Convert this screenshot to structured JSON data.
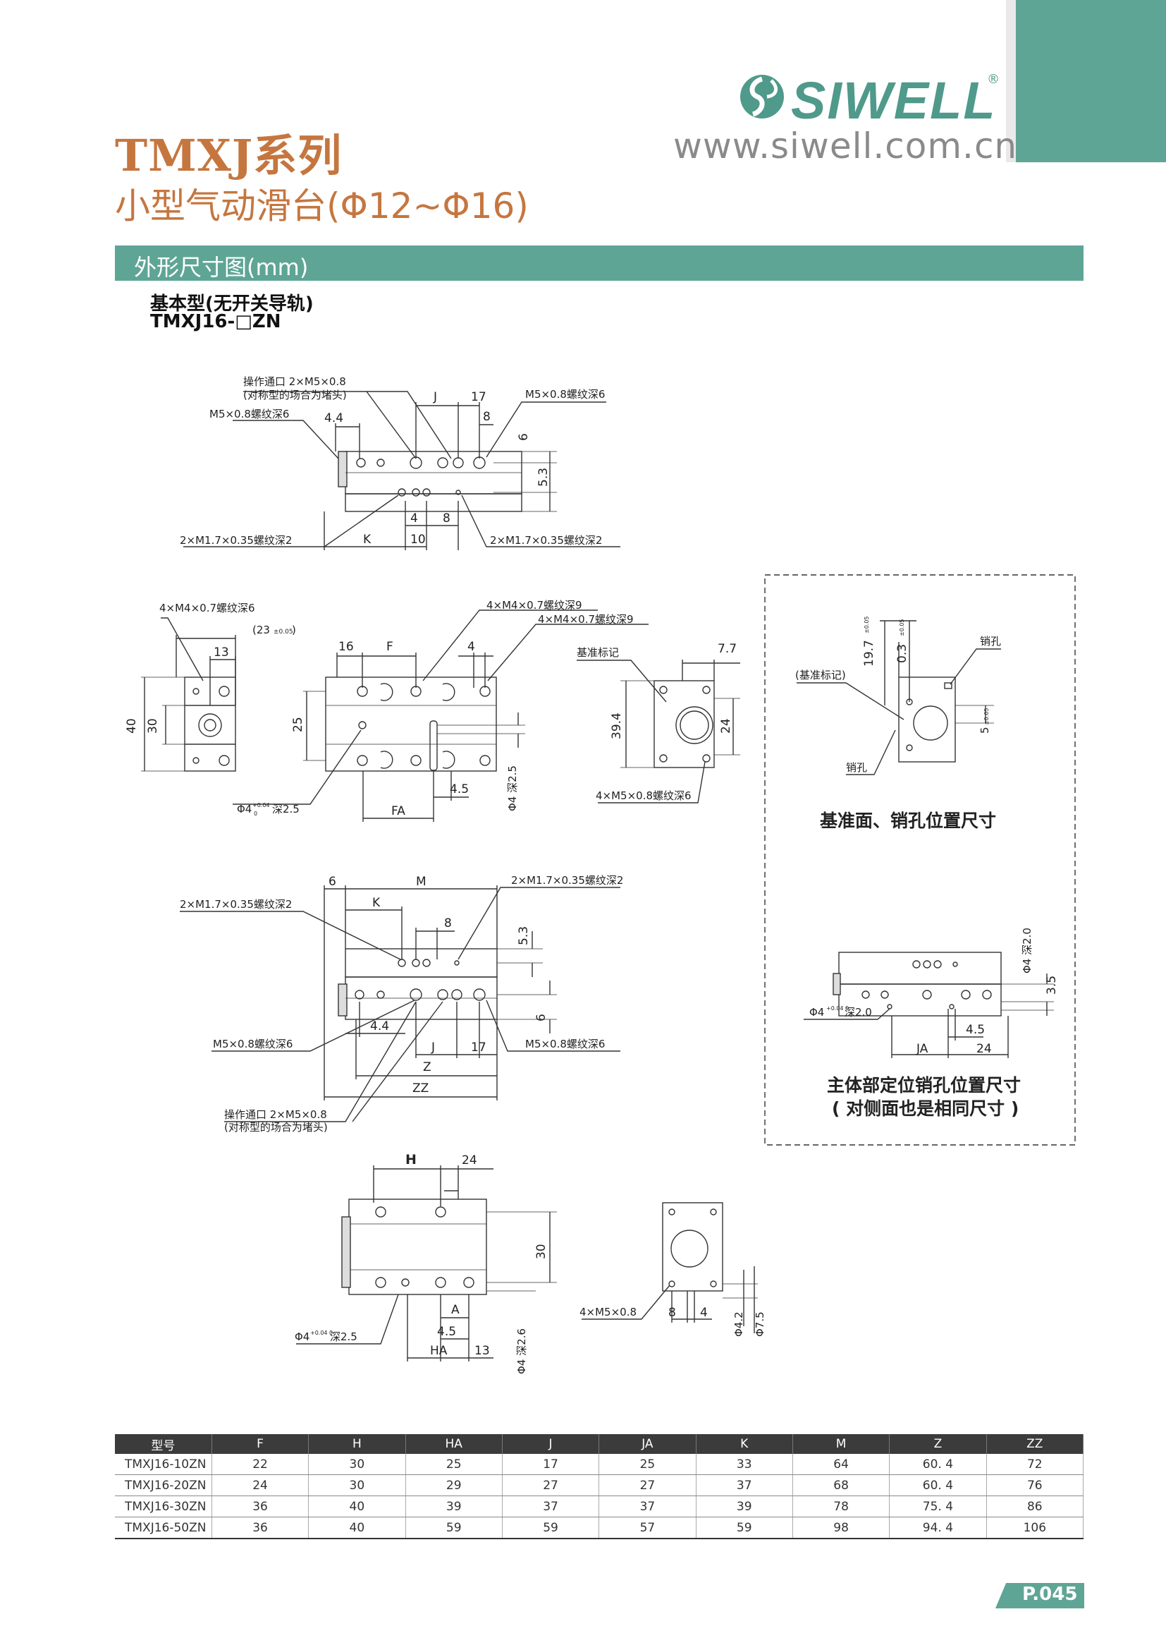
{
  "header": {
    "series": "TMXJ系列",
    "subtitle": "小型气动滑台(Φ12~Φ16)",
    "brand": "SIWELL",
    "registered": "®",
    "website": "www.siwell.com.cn",
    "accent_color": "#5fa596",
    "title_color": "#c5763f"
  },
  "section": {
    "title": "外形尺寸图(mm)",
    "type_label": "基本型(无开关导轨)",
    "model": "TMXJ16-□ZN"
  },
  "drawing": {
    "top_view": {
      "port_note_1": "操作通口 2×M5×0.8",
      "port_note_2": "(对称型的场合为堵头)",
      "m5_left": "M5×0.8螺纹深6",
      "m5_right": "M5×0.8螺纹深6",
      "m17_left": "2×M1.7×0.35螺纹深2",
      "m17_right": "2×M1.7×0.35螺纹深2",
      "d_4_4": "4.4",
      "d_J": "J",
      "d_17": "17",
      "d_8": "8",
      "d_6": "6",
      "d_5_3": "5.3",
      "d_4": "4",
      "d_8b": "8",
      "d_K": "K",
      "d_10": "10"
    },
    "side_left": {
      "m4_note": "4×M4×0.7螺纹深6",
      "tol": "(23",
      "tol_sub": "±0.05",
      "tol_close": ")",
      "d_13": "13",
      "d_40": "40",
      "d_30": "30"
    },
    "plan_view": {
      "m4_note_1": "4×M4×0.7螺纹深9",
      "m4_note_2": "4×M4×0.7螺纹深9",
      "d_16": "16",
      "d_F": "F",
      "d_4": "4",
      "d_25": "25",
      "d_4_5": "4.5",
      "d_FA": "FA",
      "pin_left": "Φ4",
      "pin_left_tol": "+0.04",
      "pin_left_tol0": "0",
      "pin_left_depth": "深2.5",
      "pin_vert": "Φ4 深2.5",
      "pin_vert_tol": "+0.04 0"
    },
    "end_view": {
      "datum_note": "基准标记",
      "m5_note": "4×M5×0.8螺纹深6",
      "d_7_7": "7.7",
      "d_39_4": "39.4",
      "d_24": "24"
    },
    "box": {
      "d_19_7": "19.7",
      "d_19_7_tol": "±0.05",
      "d_0_3": "0.3",
      "d_0_3_tol": "±0.05",
      "pin_top": "销孔",
      "datum": "(基准标记)",
      "d_5": "5",
      "d_5_tol": "±0.05",
      "pin_bottom": "销孔",
      "caption1": "基准面、销孔位置尺寸",
      "pin2_left": "Φ4",
      "pin2_left_tol": "+0.04 0",
      "pin2_left_depth": "深2.0",
      "pin2_vert": "Φ4 深2.0",
      "d_3_5": "3.5",
      "d_4_5": "4.5",
      "d_JA": "JA",
      "d_24": "24",
      "caption2": "主体部定位销孔位置尺寸",
      "caption3": "( 对侧面也是相同尺寸 )"
    },
    "lower_view": {
      "d_6": "6",
      "d_M": "M",
      "d_K": "K",
      "d_8": "8",
      "d_5_3": "5.3",
      "m17_left": "2×M1.7×0.35螺纹深2",
      "m17_right": "2×M1.7×0.35螺纹深2",
      "m5_left": "M5×0.8螺纹深6",
      "m5_right": "M5×0.8螺纹深6",
      "d_4_4": "4.4",
      "d_J": "J",
      "d_17": "17",
      "d_6b": "6",
      "d_Z": "Z",
      "d_ZZ": "ZZ",
      "port_note_1": "操作通口 2×M5×0.8",
      "port_note_2": "(对称型的场合为堵头)"
    },
    "bottom_view": {
      "d_H": "H",
      "d_24": "24",
      "d_30": "30",
      "d_A": "A",
      "d_4_5": "4.5",
      "d_HA": "HA",
      "d_13": "13",
      "pin_left": "Φ4",
      "pin_left_tol": "+0.04 0",
      "pin_left_depth": "深2.5",
      "pin_vert": "Φ4 深2.6",
      "pin_vert_tol": "+0.04 0"
    },
    "bottom_end_view": {
      "m5_note": "4×M5×0.8",
      "d_8": "8",
      "d_4": "4",
      "d_4_2": "Φ4.2",
      "d_7_5": "Φ7.5"
    }
  },
  "table": {
    "headers": [
      "型号",
      "F",
      "H",
      "HA",
      "J",
      "JA",
      "K",
      "M",
      "Z",
      "ZZ"
    ],
    "rows": [
      [
        "TMXJ16-10ZN",
        "22",
        "30",
        "25",
        "17",
        "25",
        "33",
        "64",
        "60. 4",
        "72"
      ],
      [
        "TMXJ16-20ZN",
        "24",
        "30",
        "29",
        "27",
        "27",
        "37",
        "68",
        "60. 4",
        "76"
      ],
      [
        "TMXJ16-30ZN",
        "36",
        "40",
        "39",
        "37",
        "37",
        "39",
        "78",
        "75. 4",
        "86"
      ],
      [
        "TMXJ16-50ZN",
        "36",
        "40",
        "59",
        "59",
        "57",
        "59",
        "98",
        "94. 4",
        "106"
      ]
    ]
  },
  "page": {
    "number": "P.045"
  }
}
